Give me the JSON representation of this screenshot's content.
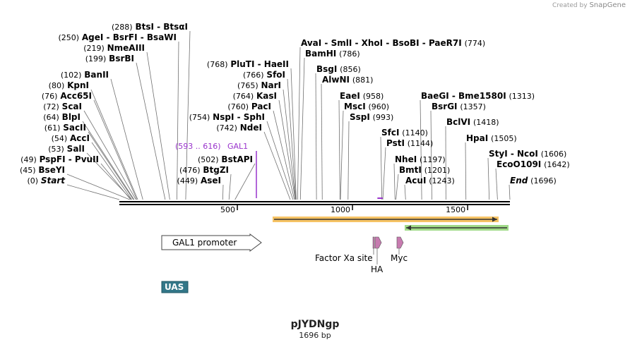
{
  "watermark": {
    "prefix": "Created by",
    "brand": "SnapGene"
  },
  "plasmid": {
    "name": "pJYDNgp",
    "length_label": "1696 bp",
    "length": 1696
  },
  "ruler": {
    "ticks": [
      500,
      1000,
      1500
    ]
  },
  "sites": [
    {
      "pos_label": "(0)",
      "names": [
        "Start"
      ],
      "italic": true,
      "pos": 0
    },
    {
      "pos_label": "(45)",
      "names": [
        "BseYI"
      ],
      "pos": 45
    },
    {
      "pos_label": "(49)",
      "names": [
        "PspFI",
        "PvuII"
      ],
      "pos": 49
    },
    {
      "pos_label": "(53)",
      "names": [
        "SalI"
      ],
      "pos": 53
    },
    {
      "pos_label": "(54)",
      "names": [
        "AccI"
      ],
      "pos": 54
    },
    {
      "pos_label": "(61)",
      "names": [
        "SacII"
      ],
      "pos": 61
    },
    {
      "pos_label": "(64)",
      "names": [
        "BlpI"
      ],
      "pos": 64
    },
    {
      "pos_label": "(72)",
      "names": [
        "ScaI"
      ],
      "pos": 72
    },
    {
      "pos_label": "(76)",
      "names": [
        "Acc65I"
      ],
      "pos": 76
    },
    {
      "pos_label": "(80)",
      "names": [
        "KpnI"
      ],
      "pos": 80
    },
    {
      "pos_label": "(102)",
      "names": [
        "BanII"
      ],
      "pos": 102
    },
    {
      "pos_label": "(199)",
      "names": [
        "BsrBI"
      ],
      "pos": 199
    },
    {
      "pos_label": "(219)",
      "names": [
        "NmeAIII"
      ],
      "pos": 219
    },
    {
      "pos_label": "(250)",
      "names": [
        "AgeI",
        "BsrFI",
        "BsaWI"
      ],
      "pos": 250
    },
    {
      "pos_label": "(288)",
      "names": [
        "BtsI",
        "BtsαI"
      ],
      "pos": 288
    },
    {
      "pos_label": "(449)",
      "names": [
        "AseI"
      ],
      "pos": 449
    },
    {
      "pos_label": "(476)",
      "names": [
        "BtgZI"
      ],
      "pos": 476
    },
    {
      "pos_label": "(502)",
      "names": [
        "BstAPI"
      ],
      "pos": 502
    },
    {
      "pos_label": "(742)",
      "names": [
        "NdeI"
      ],
      "pos": 742
    },
    {
      "pos_label": "(754)",
      "names": [
        "NspI",
        "SphI"
      ],
      "pos": 754
    },
    {
      "pos_label": "(760)",
      "names": [
        "PacI"
      ],
      "pos": 760
    },
    {
      "pos_label": "(764)",
      "names": [
        "KasI"
      ],
      "pos": 764
    },
    {
      "pos_label": "(765)",
      "names": [
        "NarI"
      ],
      "pos": 765
    },
    {
      "pos_label": "(766)",
      "names": [
        "SfoI"
      ],
      "pos": 766
    },
    {
      "pos_label": "(768)",
      "names": [
        "PluTI",
        "HaeII"
      ],
      "pos": 768
    },
    {
      "pos_label": "(774)",
      "names": [
        "AvaI",
        "SmlI",
        "XhoI",
        "BsoBI",
        "PaeR7I"
      ],
      "pos": 774
    },
    {
      "pos_label": "(786)",
      "names": [
        "BamHI"
      ],
      "pos": 786
    },
    {
      "pos_label": "(856)",
      "names": [
        "BsgI"
      ],
      "pos": 856
    },
    {
      "pos_label": "(881)",
      "names": [
        "AlwNI"
      ],
      "pos": 881
    },
    {
      "pos_label": "(958)",
      "names": [
        "EaeI"
      ],
      "pos": 958
    },
    {
      "pos_label": "(960)",
      "names": [
        "MscI"
      ],
      "pos": 960
    },
    {
      "pos_label": "(993)",
      "names": [
        "SspI"
      ],
      "pos": 993
    },
    {
      "pos_label": "(1140)",
      "names": [
        "SfcI"
      ],
      "pos": 1140
    },
    {
      "pos_label": "(1144)",
      "names": [
        "PstI"
      ],
      "pos": 1144
    },
    {
      "pos_label": "(1197)",
      "names": [
        "NheI"
      ],
      "pos": 1197
    },
    {
      "pos_label": "(1201)",
      "names": [
        "BmtI"
      ],
      "pos": 1201
    },
    {
      "pos_label": "(1243)",
      "names": [
        "AcuI"
      ],
      "pos": 1243
    },
    {
      "pos_label": "(1313)",
      "names": [
        "BaeGI",
        "Bme1580I"
      ],
      "pos": 1313
    },
    {
      "pos_label": "(1357)",
      "names": [
        "BsrGI"
      ],
      "pos": 1357
    },
    {
      "pos_label": "(1418)",
      "names": [
        "BclVI"
      ],
      "pos": 1418
    },
    {
      "pos_label": "(1505)",
      "names": [
        "HpaI"
      ],
      "pos": 1505
    },
    {
      "pos_label": "(1606)",
      "names": [
        "StyI",
        "NcoI"
      ],
      "pos": 1606
    },
    {
      "pos_label": "(1642)",
      "names": [
        "EcoO109I"
      ],
      "pos": 1642
    },
    {
      "pos_label": "(1696)",
      "names": [
        "End"
      ],
      "italic": true,
      "pos": 1696
    }
  ],
  "primer_site": {
    "range_label": "(593 .. 616)",
    "name": "GAL1",
    "start": 593,
    "end": 616,
    "color": "#9933cc"
  },
  "features": {
    "gal1_promoter": {
      "label": "GAL1 promoter",
      "start": 190,
      "end": 633
    },
    "uas": {
      "label": "UAS",
      "color": "#337788"
    },
    "factor_xa": {
      "label": "Factor Xa site"
    },
    "ha": {
      "label": "HA"
    },
    "myc": {
      "label": "Myc"
    },
    "feature_color": "#c77bb0"
  },
  "orfs": [
    {
      "start": 680,
      "end": 1670,
      "direction": "forward",
      "color": "#f5b94a"
    },
    {
      "start": 1263,
      "end": 1706,
      "direction": "reverse",
      "color": "#8fd473"
    }
  ]
}
